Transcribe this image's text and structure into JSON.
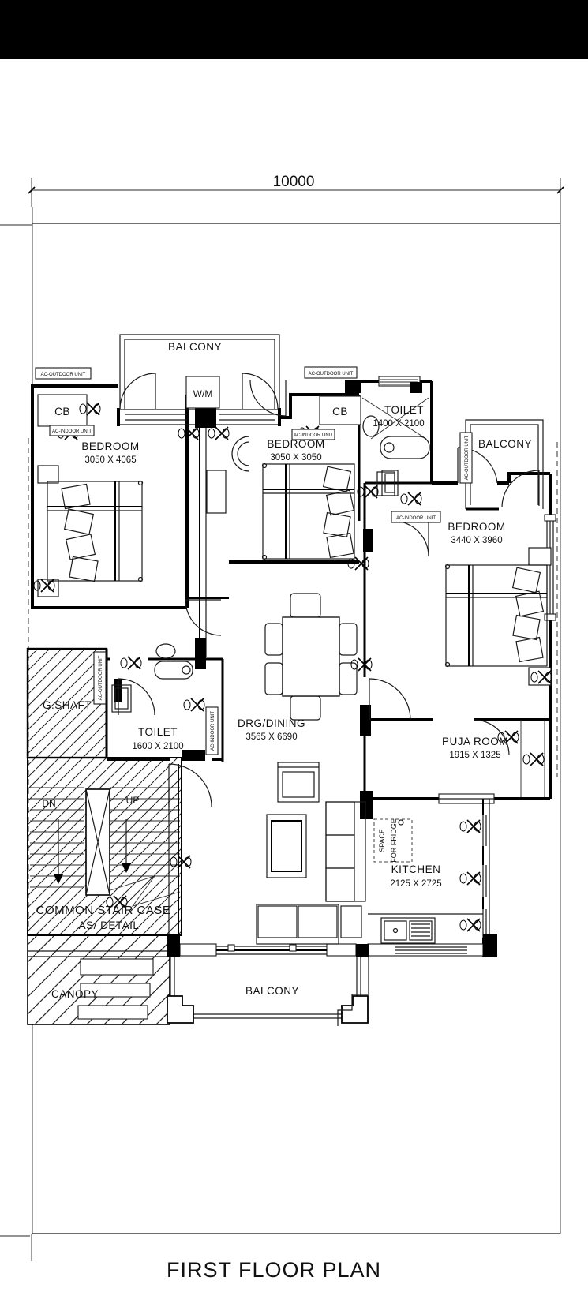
{
  "title": "FIRST FLOOR PLAN",
  "dimension": {
    "plot_width": "10000"
  },
  "annotations": {
    "ac_outdoor": "AC-OUTDOOR UNIT",
    "ac_indoor": "AC-INDOOR UNIT"
  },
  "rooms": {
    "balcony_top": {
      "name": "BALCONY"
    },
    "wm": {
      "name": "W/M"
    },
    "cb_left": {
      "name": "CB"
    },
    "bedroom1": {
      "name": "BEDROOM",
      "size": "3050 X 4065"
    },
    "bedroom2": {
      "name": "BEDROOM",
      "size": "3050 X 3050"
    },
    "cb_right": {
      "name": "CB"
    },
    "toilet1": {
      "name": "TOILET",
      "size": "1400 X 2100"
    },
    "balcony_right": {
      "name": "BALCONY"
    },
    "bedroom3": {
      "name": "BEDROOM",
      "size": "3440 X 3960"
    },
    "gshaft": {
      "name": "G.SHAFT"
    },
    "toilet2": {
      "name": "TOILET",
      "size": "1600 X 2100"
    },
    "drg": {
      "name": "DRG/DINING",
      "size": "3565 X 6690"
    },
    "puja": {
      "name": "PUJA ROOM",
      "size": "1915 X 1325"
    },
    "kitchen": {
      "name": "KITCHEN",
      "size": "2125 X 2725"
    },
    "fridge": {
      "line1": "SPACE",
      "line2": "FOR FRIDGE"
    },
    "stairs": {
      "name": "COMMON STAIR CASE",
      "size": "AS/ DETAIL",
      "dn": "DN",
      "up": "UP"
    },
    "canopy": {
      "name": "CANOPY"
    },
    "balcony_bottom": {
      "name": "BALCONY"
    }
  },
  "colors": {
    "ink": "#000000",
    "paper": "#ffffff"
  }
}
